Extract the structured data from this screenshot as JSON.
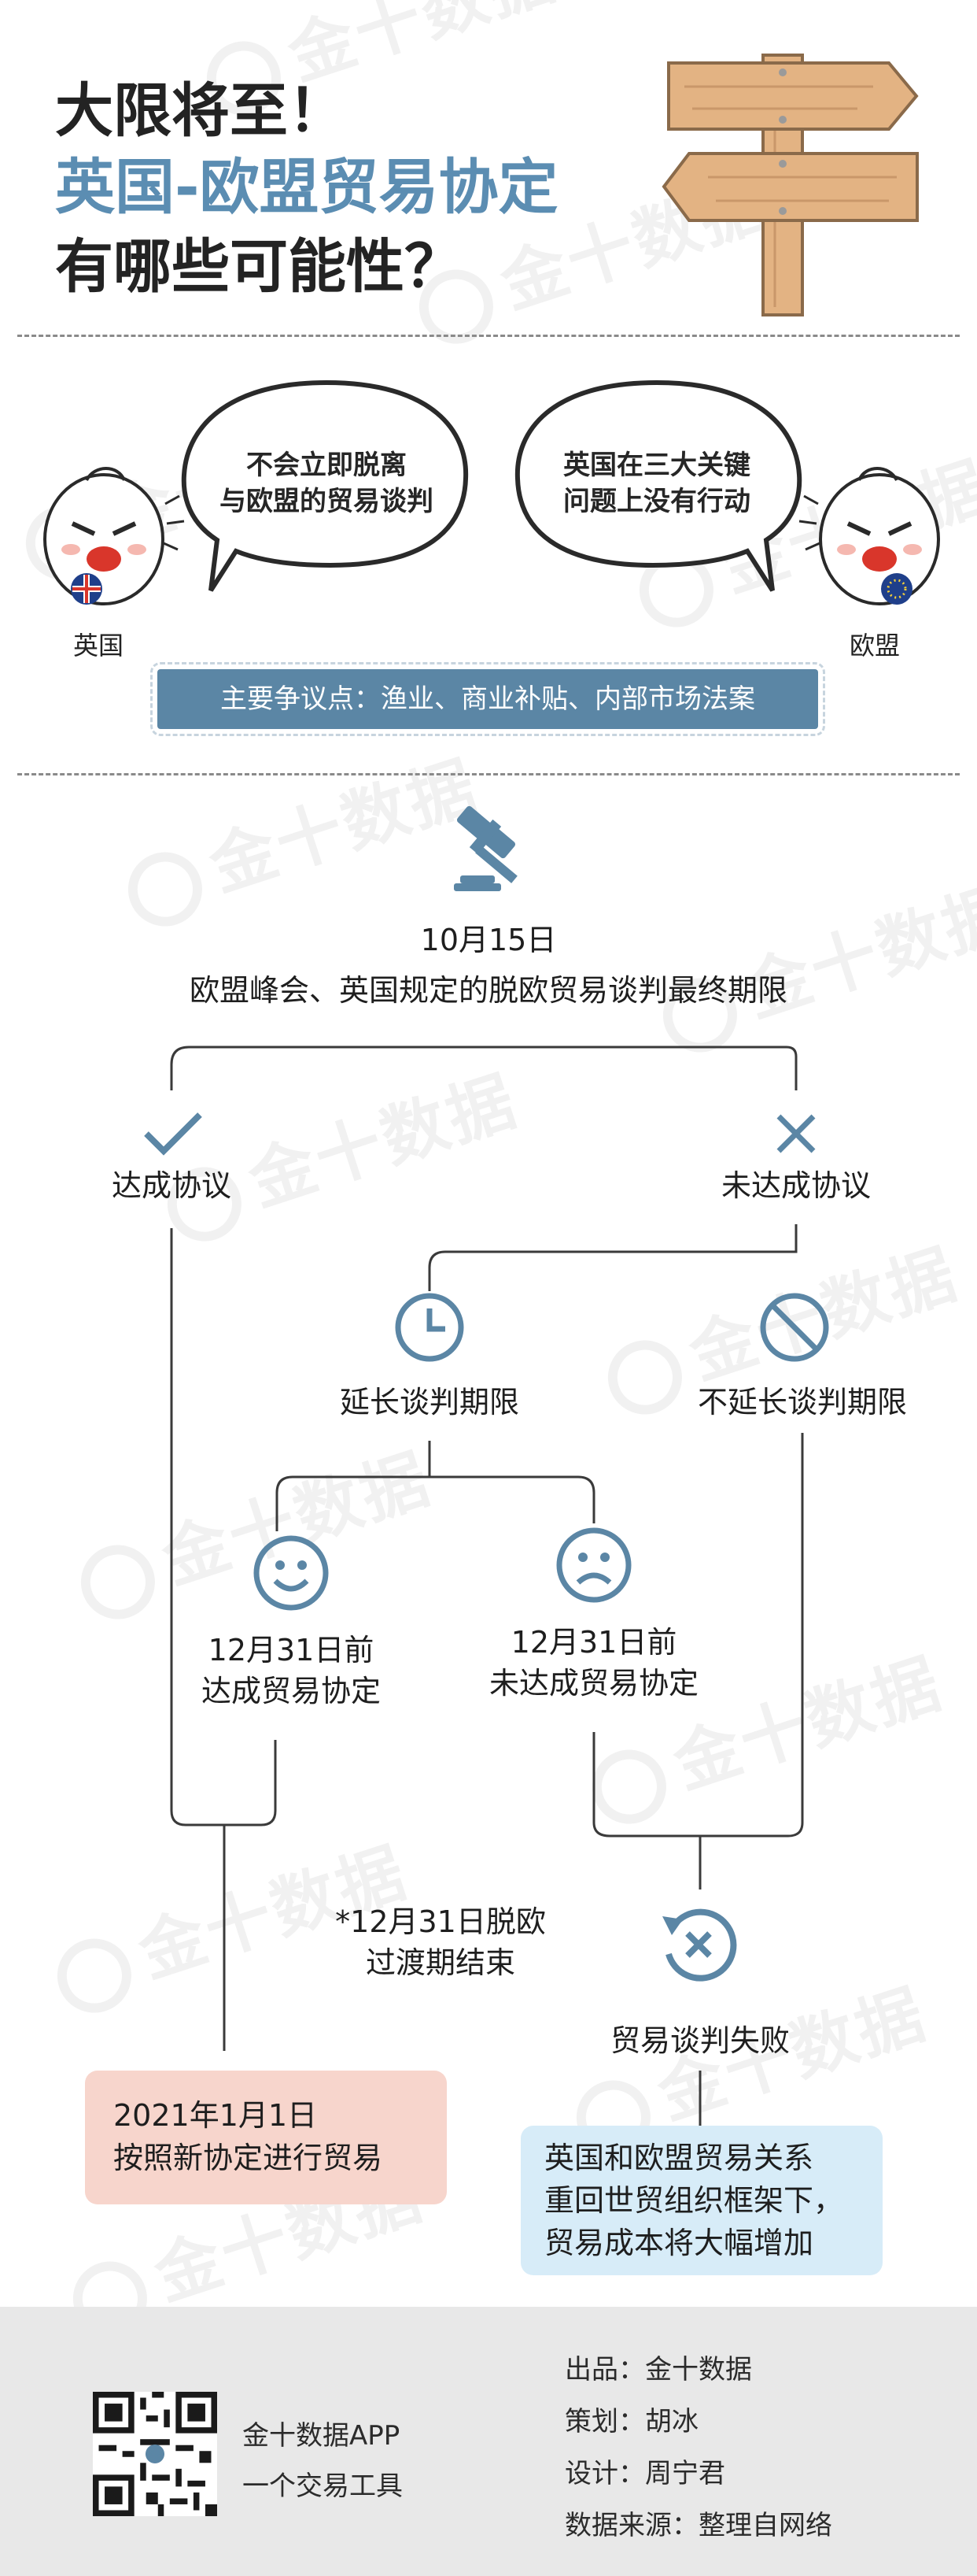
{
  "header": {
    "line1": "大限将至！",
    "line2": "英国-欧盟贸易协定",
    "line3": "有哪些可能性？"
  },
  "watermark": "金十数据",
  "bubbles": {
    "left_line1": "不会立即脱离",
    "left_line2": "与欧盟的贸易谈判",
    "right_line1": "英国在三大关键",
    "right_line2": "问题上没有行动"
  },
  "characters": {
    "left_label": "英国",
    "right_label": "欧盟"
  },
  "issues": "主要争议点：渔业、商业补贴、内部市场法案",
  "flow": {
    "date": "10月15日",
    "deadline": "欧盟峰会、英国规定的脱欧贸易谈判最终期限",
    "deal": "达成协议",
    "no_deal": "未达成协议",
    "extend": "延长谈判期限",
    "no_extend": "不延长谈判期限",
    "deal_by_1": "12月31日前",
    "deal_by_2": "达成贸易协定",
    "nodeal_by_1": "12月31日前",
    "nodeal_by_2": "未达成贸易协定",
    "transition_1": "*12月31日脱欧",
    "transition_2": "过渡期结束",
    "fail": "贸易谈判失败",
    "outcome_deal_1": "2021年1月1日",
    "outcome_deal_2": "按照新协定进行贸易",
    "outcome_fail_1": "英国和欧盟贸易关系",
    "outcome_fail_2": "重回世贸组织框架下，",
    "outcome_fail_3": "贸易成本将大幅增加"
  },
  "footer": {
    "app_name": "金十数据APP",
    "app_slogan": "一个交易工具",
    "producer": "出品：金十数据",
    "planner": "策划：胡冰",
    "designer": "设计：周宁君",
    "source": "数据来源：整理自网络"
  },
  "colors": {
    "accent_blue": "#5b8db2",
    "icon_blue": "#5b86a5",
    "wood": "#e3b383",
    "pink_box": "#f7d5cc",
    "blue_box": "#d7ecf8"
  }
}
